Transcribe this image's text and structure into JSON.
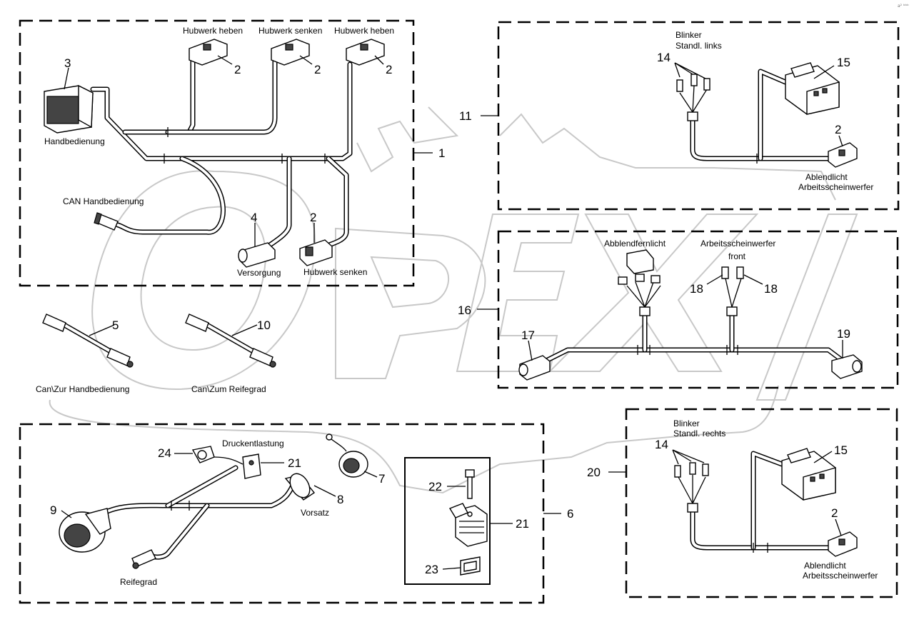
{
  "corner_mark": "a² ᵇᵇᵇ",
  "groups": {
    "g1": {
      "number": "1"
    },
    "g6": {
      "number": "6"
    },
    "g11": {
      "number": "11"
    },
    "g16": {
      "number": "16"
    },
    "g20": {
      "number": "20"
    }
  },
  "labels": {
    "hubwerk_heben_1": "Hubwerk heben",
    "hubwerk_senken_1": "Hubwerk senken",
    "hubwerk_heben_2": "Hubwerk heben",
    "handbedienung": "Handbedienung",
    "can_handbedienung": "CAN Handbedienung",
    "versorgung": "Versorgung",
    "hubwerk_senken_2": "Hubwerk senken",
    "can_zur_handbedienung": "Can\\Zur Handbedienung",
    "can_zum_reifegrad": "Can\\Zum Reifegrad",
    "blinker_l1": "Blinker",
    "blinker_l2": "Standl. links",
    "ablendlicht_1a": "Ablendlicht",
    "ablendlicht_1b": "Arbeitsscheinwerfer",
    "abblendfernlicht": "Abblendfernlicht",
    "arbeitsscheinwerfer_l1": "Arbeitsscheinwerfer",
    "arbeitsscheinwerfer_l2": "front",
    "blinker_r1": "Blinker",
    "blinker_r2": "Standl. rechts",
    "ablendlicht_2a": "Ablendlicht",
    "ablendlicht_2b": "Arbeitsscheinwerfer",
    "druckentlastung": "Druckentlastung",
    "vorsatz": "Vorsatz",
    "reifegrad": "Reifegrad"
  },
  "callouts": {
    "c2a": "2",
    "c2b": "2",
    "c2c": "2",
    "c3": "3",
    "c4": "4",
    "c2d": "2",
    "c5": "5",
    "c10": "10",
    "c14a": "14",
    "c15a": "15",
    "c2e": "2",
    "c17": "17",
    "c18a": "18",
    "c18b": "18",
    "c19": "19",
    "c14b": "14",
    "c15b": "15",
    "c2f": "2",
    "c24": "24",
    "c21a": "21",
    "c9": "9",
    "c8": "8",
    "c7": "7",
    "c22": "22",
    "c21b": "21",
    "c23": "23"
  }
}
